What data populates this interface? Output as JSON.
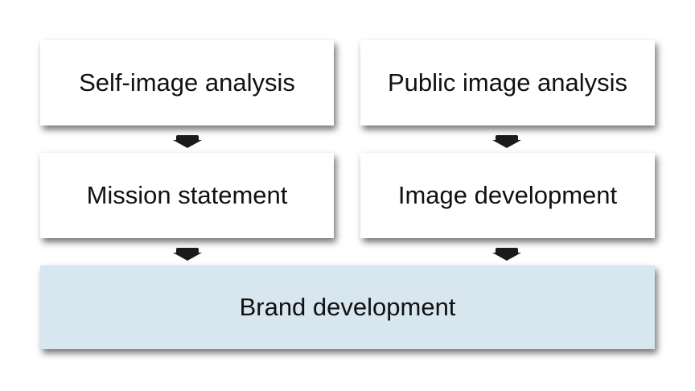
{
  "diagram": {
    "boxes": {
      "self_image": "Self-image analysis",
      "public_image": "Public image analysis",
      "mission": "Mission statement",
      "image_dev": "Image development",
      "brand": "Brand development"
    },
    "colors": {
      "box_fill": "#ffffff",
      "brand_fill": "#d7e6ef",
      "arrow": "#1a1a1a",
      "text": "#111111"
    }
  }
}
